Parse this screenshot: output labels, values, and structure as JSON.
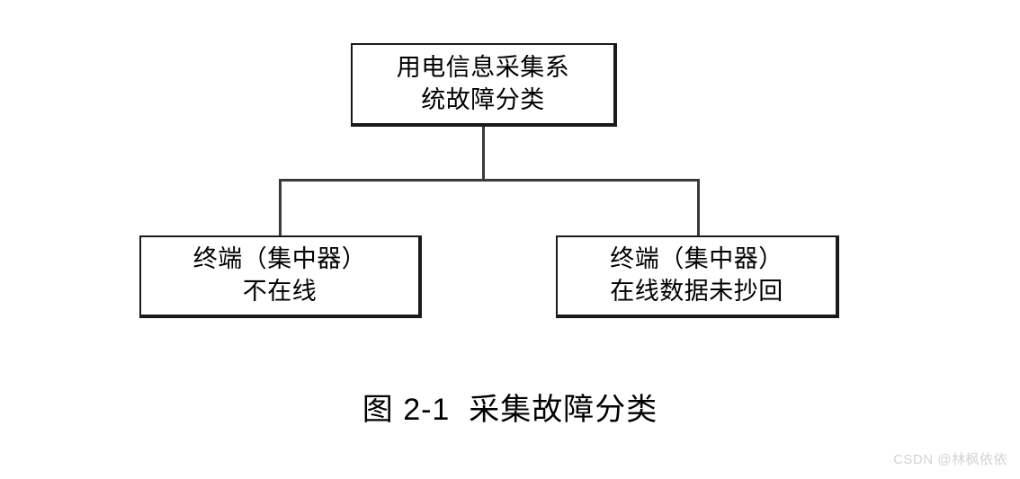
{
  "figure": {
    "background_color": "#ffffff",
    "line_color": "#3a3a3a",
    "box_border_color": "#1a1a1a",
    "text_color": "#000000",
    "caption": "图 2-1  采集故障分类",
    "watermark": "CSDN @林枫依依",
    "watermark_color": "#d2d2d2"
  },
  "diagram": {
    "type": "tree",
    "nodes": {
      "root": {
        "id": "root",
        "label": "用电信息采集系统故障分类",
        "lines": [
          "用电信息采集系",
          "统故障分类"
        ]
      },
      "offline": {
        "id": "offline",
        "label": "终端（集中器）不在线",
        "lines": [
          "终端（集中器）",
          "不在线"
        ]
      },
      "nodata": {
        "id": "nodata",
        "label": "终端（集中器）在线数据未抄回",
        "lines": [
          "终端（集中器）",
          "在线数据未抄回"
        ]
      }
    },
    "edges": [
      {
        "from": "root",
        "to": "offline"
      },
      {
        "from": "root",
        "to": "nodata"
      }
    ]
  }
}
